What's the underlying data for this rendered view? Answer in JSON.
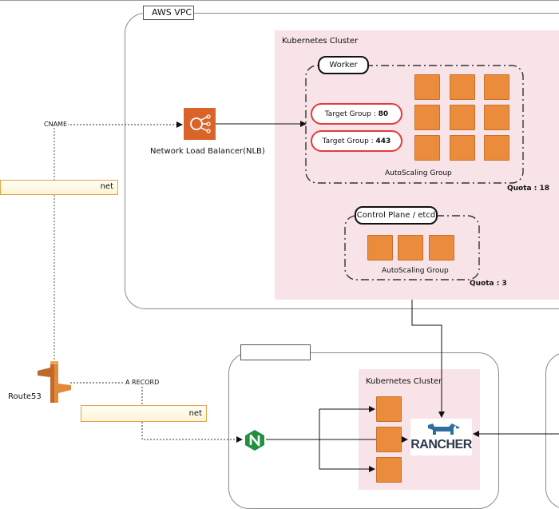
{
  "vpc": {
    "label": "AWS VPC"
  },
  "second_vpc": {
    "label": ""
  },
  "cluster_top": {
    "title": "Kubernetes Cluster",
    "worker_label": "Worker",
    "target_group_prefix": "Target Group : ",
    "target_groups": [
      "80",
      "443"
    ],
    "worker_asg_label": "AutoScaling Group",
    "worker_quota": "Quota : 18",
    "control_label": "Control Plane / etcd",
    "control_asg_label": "AutoScaling Group",
    "control_quota": "Quota : 3"
  },
  "nlb": {
    "label": "Network Load Balancer(NLB)"
  },
  "dns": {
    "cname_label": "CNAME",
    "a_record_label": "A RECORD",
    "domain_top": "net",
    "domain_bottom": "net",
    "route53_label": "Route53"
  },
  "cluster_bottom": {
    "title": "Kubernetes Cluster",
    "rancher_label": "RANCHER"
  },
  "colors": {
    "node_orange": "#eb8c3d",
    "cluster_pink": "#f7e3e8",
    "nlb_orange": "#d9642a",
    "target_red": "#e03c3c",
    "nginx_green": "#1f9140",
    "rancher_blue": "#2e6fa0"
  }
}
